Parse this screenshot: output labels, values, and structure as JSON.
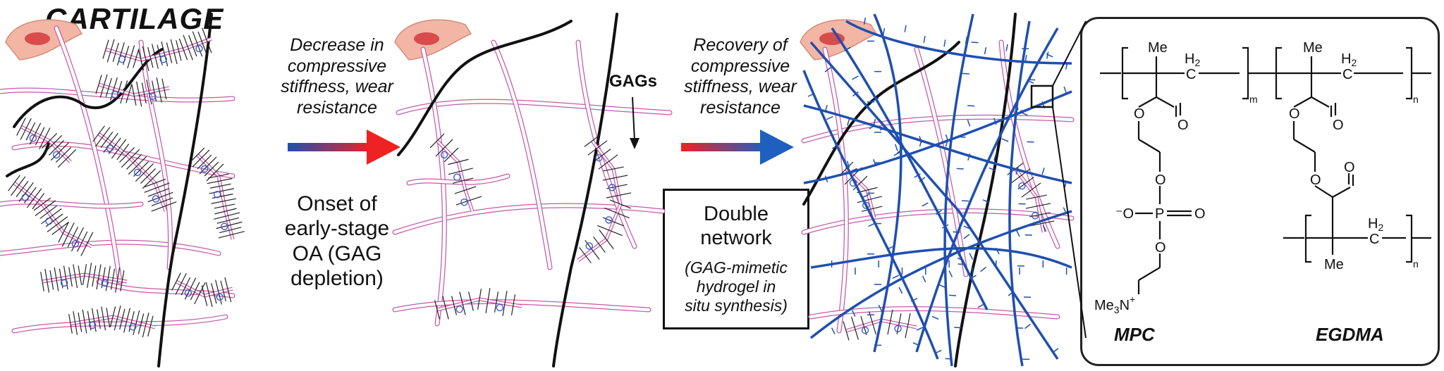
{
  "figure": {
    "title": "CARTILAGE",
    "arrow1": {
      "text_lines": [
        "Decrease in",
        "compressive",
        "stiffness, wear",
        "resistance"
      ],
      "color_start": "#1f4fb0",
      "color_end": "#ee2222"
    },
    "onset": {
      "text_lines": [
        "Onset of",
        "early-stage",
        "OA (GAG",
        "depletion)"
      ]
    },
    "gags_label": "GAGs",
    "arrow2": {
      "text_lines": [
        "Recovery of",
        "compressive",
        "stiffness, wear",
        "resistance"
      ],
      "color_start": "#ee2222",
      "color_end": "#1f5fc0"
    },
    "double_network": {
      "title_lines": [
        "Double",
        "network"
      ],
      "subtitle_lines": [
        "(GAG-mimetic",
        "hydrogel in",
        "situ synthesis)"
      ]
    },
    "chemistry": {
      "mpc_label": "MPC",
      "egdma_label": "EGDMA",
      "atoms": {
        "me": "Me",
        "h2": "H",
        "h2_sub": "2",
        "c": "C",
        "o": "O",
        "p": "P",
        "neg": "⁻O",
        "me3n": "Me",
        "me3n_sub": "3",
        "me3n_n": "N",
        "me3n_charge": "+",
        "sub_m": "m",
        "sub_n": "n"
      }
    },
    "colors": {
      "collagen": "#e7a2d6",
      "collagen_edge": "#c45aa8",
      "gag_bristle": "#222222",
      "gag_charge": "#3a5fcf",
      "hydrogel": "#1f4fb0",
      "cell_fill": "#f3b6a4",
      "cell_nucleus": "#d84c4c",
      "boundary": "#111111"
    }
  }
}
